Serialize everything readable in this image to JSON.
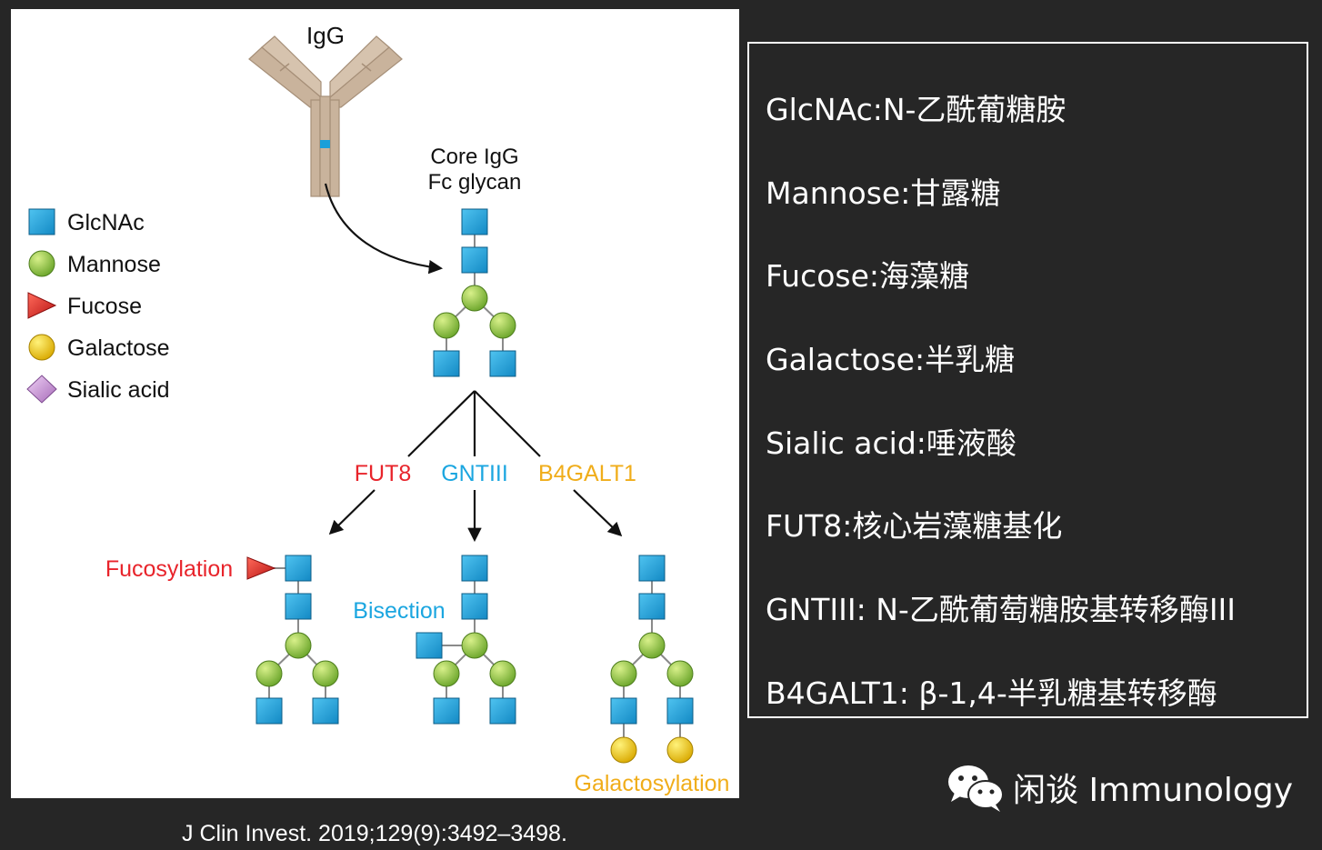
{
  "figure": {
    "antibody_label": "IgG",
    "core_label_line1": "Core IgG",
    "core_label_line2": "Fc glycan",
    "legend": [
      {
        "shape": "square",
        "color": "#1a9fd9",
        "label": "GlcNAc"
      },
      {
        "shape": "circle",
        "color": "#8cc63f",
        "label": "Mannose"
      },
      {
        "shape": "triangle",
        "color": "#e02424",
        "label": "Fucose"
      },
      {
        "shape": "circle",
        "color": "#f5d000",
        "label": "Galactose"
      },
      {
        "shape": "diamond",
        "color": "#c98fd6",
        "label": "Sialic acid"
      }
    ],
    "enzymes": [
      {
        "label": "FUT8",
        "color": "#e8242b"
      },
      {
        "label": "GNTIII",
        "color": "#1ba6e0"
      },
      {
        "label": "B4GALT1",
        "color": "#f0ad1a"
      }
    ],
    "outcomes": [
      {
        "label": "Fucosylation",
        "color": "#e8242b"
      },
      {
        "label": "Bisection",
        "color": "#1ba6e0"
      },
      {
        "label": "Galactosylation",
        "color": "#f0ad1a"
      }
    ],
    "colors": {
      "antibody": "#c9b39c",
      "antibody_outline": "#a68f78",
      "hinge": "#1a9fd9",
      "link": "#8a8a8a"
    }
  },
  "glossary": [
    "GlcNAc:N-乙酰葡糖胺",
    "Mannose:甘露糖",
    "Fucose:海藻糖",
    "Galactose:半乳糖",
    "Sialic acid:唾液酸",
    "FUT8:核心岩藻糖基化",
    "GNTIII: N-乙酰葡萄糖胺基转移酶III",
    "B4GALT1: β-1,4-半乳糖基转移酶"
  ],
  "citation": "J Clin Invest. 2019;129(9):3492–3498.",
  "watermark": {
    "icon": "wechat-icon",
    "text": "闲谈 Immunology"
  }
}
